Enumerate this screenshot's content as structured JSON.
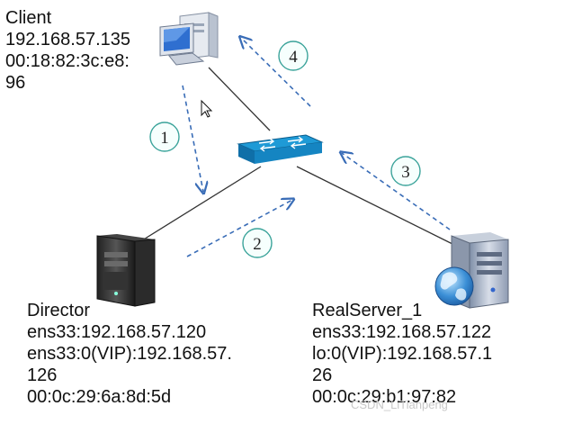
{
  "client": {
    "name": "Client",
    "ip": "192.168.57.135",
    "mac_line1": "00:18:82:3c:e8:",
    "mac_line2": "96"
  },
  "director": {
    "name": "Director",
    "line1": "ens33:192.168.57.120",
    "line2": "ens33:0(VIP):192.168.57.",
    "line3": "126",
    "line4": "00:0c:29:6a:8d:5d"
  },
  "realserver": {
    "name": "RealServer_1",
    "line1": "ens33:192.168.57.122",
    "line2": "lo:0(VIP):192.168.57.1",
    "line3": "26",
    "line4": "00:0c:29:b1:97:82"
  },
  "steps": [
    "1",
    "2",
    "3",
    "4"
  ],
  "watermark": "CSDN_LiTianpeng",
  "colors": {
    "arrow": "#3a6db7",
    "step_circle": "#3aa39a",
    "switch_top": "#1e9ad6",
    "switch_side": "#0f6fa8",
    "line": "#333333"
  },
  "icons": [
    "computer-icon",
    "switch-icon",
    "server-icon",
    "globe-icon",
    "mouse-cursor-icon"
  ]
}
